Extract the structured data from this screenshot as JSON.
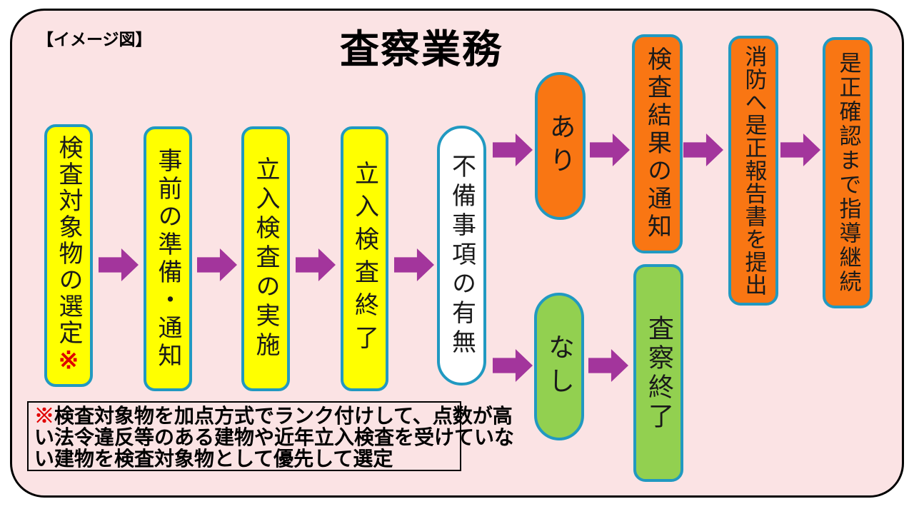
{
  "header": {
    "image_label": "【イメージ図】",
    "title": "査察業務"
  },
  "colors": {
    "canvas_bg": "#FFFFFF",
    "panel_bg": "#FBE3E4",
    "panel_border": "#000000",
    "yellow": "#FFFF00",
    "orange": "#F97613",
    "green": "#92D050",
    "white": "#FFFFFF",
    "box_border": "#2199C1",
    "arrow": "#A3359C",
    "marker_red": "#E00000",
    "text": "#1A1A1A"
  },
  "flow": {
    "boxes": {
      "selection": {
        "label": "検査対象物の選定",
        "marker": "※"
      },
      "preparation": {
        "label": "事前の準備・通知"
      },
      "onsite": {
        "label": "立入検査の実施"
      },
      "inspection_end": {
        "label": "立入検査終了"
      },
      "defects": {
        "label": "不備事項の有無"
      },
      "ari": {
        "label": "あり"
      },
      "result_notice": {
        "label": "検査結果の通知"
      },
      "report": {
        "label": "消防へ是正報告書を提出"
      },
      "guidance": {
        "label": "是正確認まで指導継続"
      },
      "nashi": {
        "label": "なし"
      },
      "end": {
        "label": "査察終了"
      }
    }
  },
  "note": {
    "marker": "※",
    "lines": [
      "検査対象物を加点方式でランク付けして、点数が高",
      "い法令違反等のある建物や近年立入検査を受けていな",
      "い建物を検査対象物として優先して選定"
    ]
  }
}
